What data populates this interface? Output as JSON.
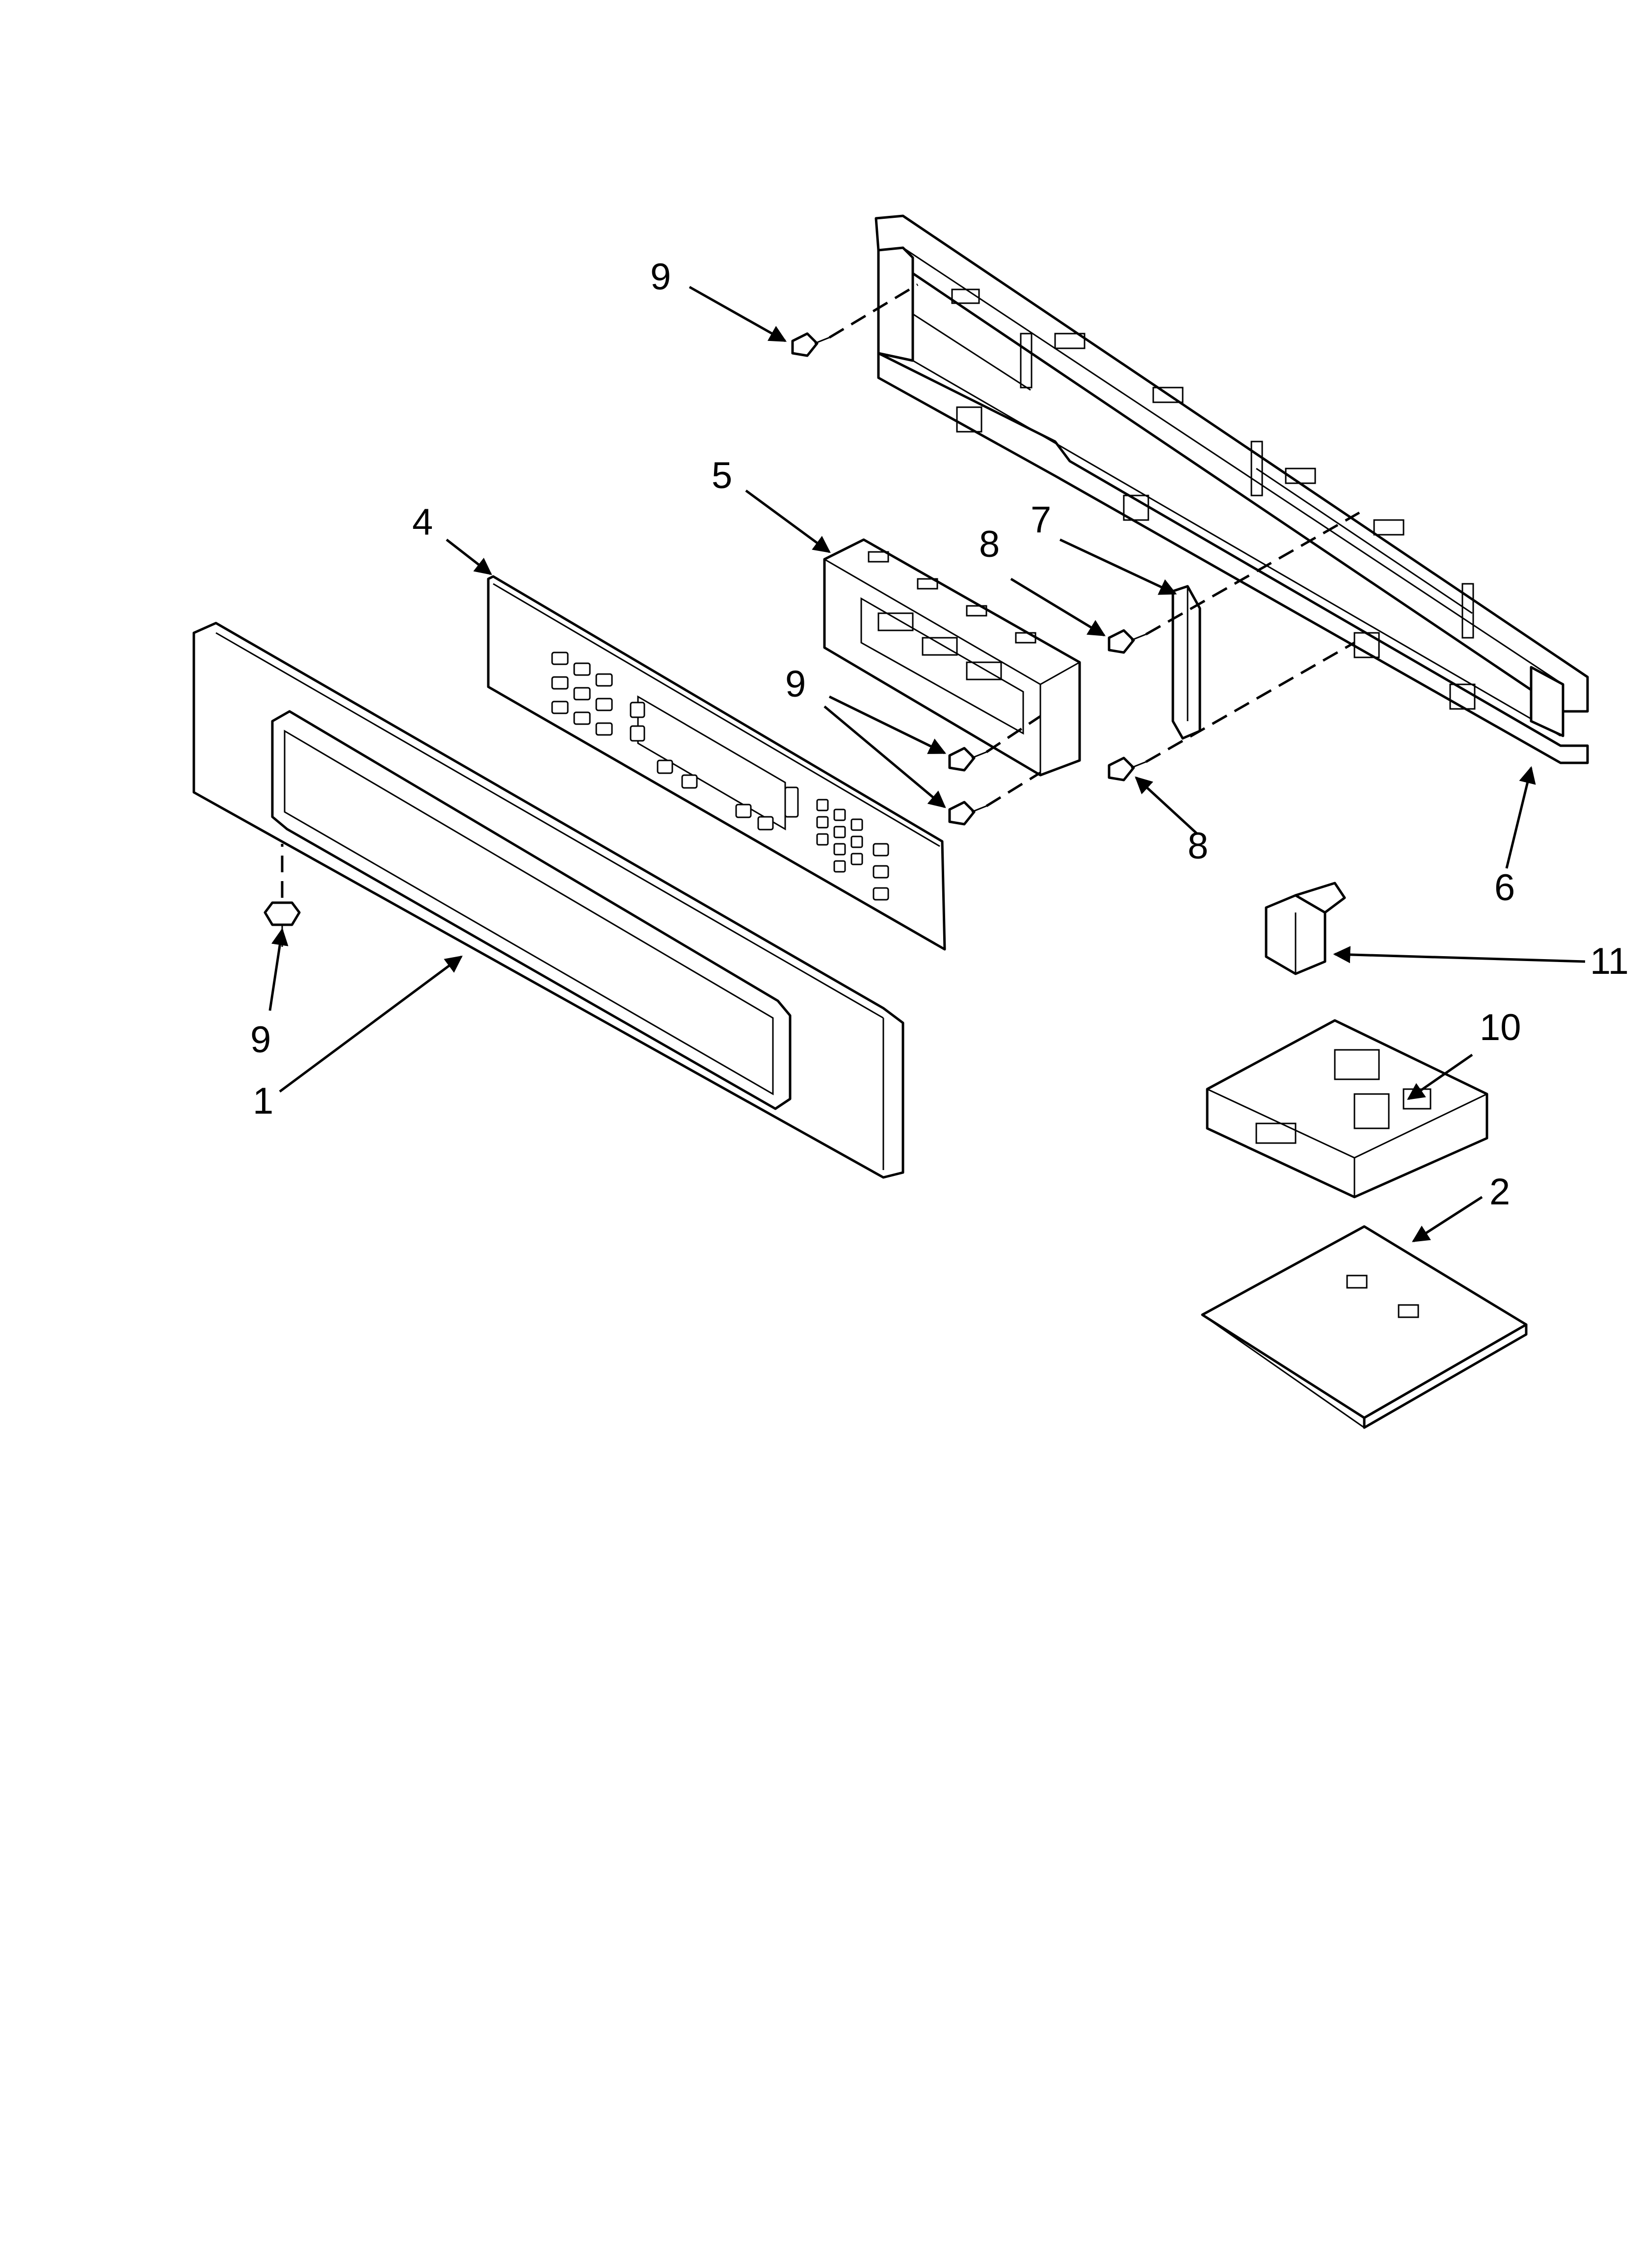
{
  "diagram": {
    "callouts": {
      "c1": "1",
      "c2": "2",
      "c4": "4",
      "c5": "5",
      "c6": "6",
      "c7": "7",
      "c8a": "8",
      "c8b": "8",
      "c9a": "9",
      "c9b": "9",
      "c9c": "9",
      "c10": "10",
      "c11": "11"
    }
  }
}
